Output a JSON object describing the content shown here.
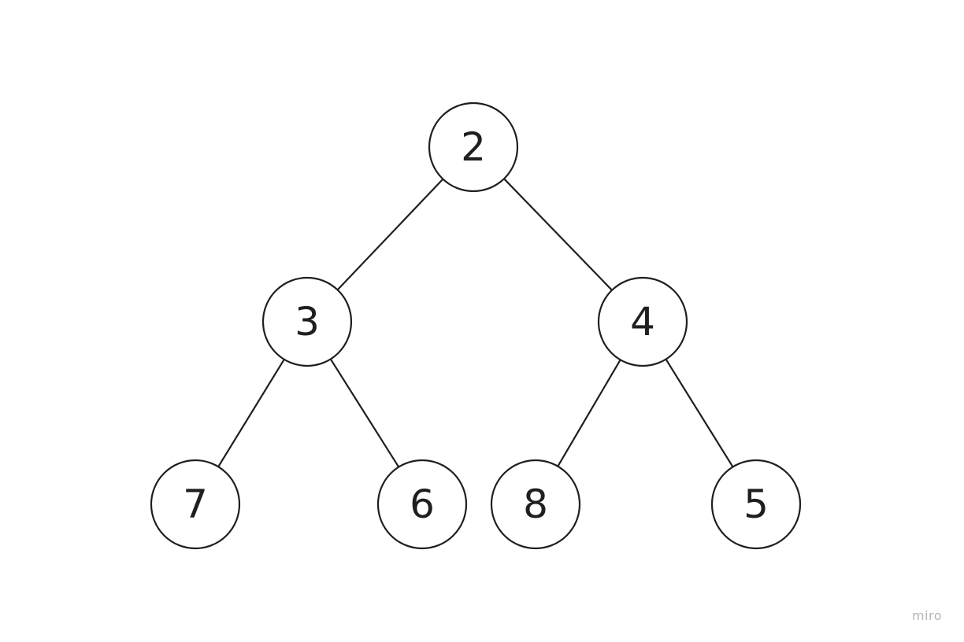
{
  "tree": {
    "nodes": [
      {
        "id": "n2",
        "label": "2"
      },
      {
        "id": "n3",
        "label": "3"
      },
      {
        "id": "n4",
        "label": "4"
      },
      {
        "id": "n7",
        "label": "7"
      },
      {
        "id": "n6",
        "label": "6"
      },
      {
        "id": "n8",
        "label": "8"
      },
      {
        "id": "n5",
        "label": "5"
      }
    ],
    "edges": [
      {
        "from": "n2",
        "to": "n3"
      },
      {
        "from": "n2",
        "to": "n4"
      },
      {
        "from": "n3",
        "to": "n7"
      },
      {
        "from": "n3",
        "to": "n6"
      },
      {
        "from": "n4",
        "to": "n8"
      },
      {
        "from": "n4",
        "to": "n5"
      }
    ]
  },
  "watermark": "miro",
  "colors": {
    "stroke": "#1f1f1f",
    "background": "#ffffff",
    "watermark": "#b5b5b5"
  }
}
